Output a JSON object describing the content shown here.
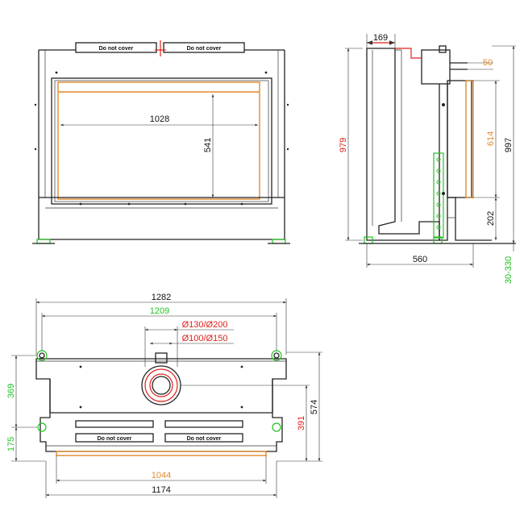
{
  "colors": {
    "line": "#222222",
    "orange": "#e08a2c",
    "red": "#e0201a",
    "green": "#22c022"
  },
  "labels": {
    "do_not_cover": "Do not cover"
  },
  "front_view": {
    "width_inner": "1028",
    "height_inner": "541"
  },
  "side_view": {
    "top_offset": "169",
    "height_total": "979",
    "height_full": "997",
    "flue_offset": "50",
    "glass_height": "614",
    "base_height": "202",
    "depth": "560",
    "feet_adjust": "30-330"
  },
  "top_view": {
    "width_total": "1282",
    "width_inner": "1209",
    "flue_outer": "Ø130/Ø200",
    "flue_inner": "Ø100/Ø150",
    "depth_total": "574",
    "depth_to_flue": "391",
    "left_depth_a": "369",
    "left_depth_b": "175",
    "width_front": "1044",
    "width_bottom": "1174"
  }
}
